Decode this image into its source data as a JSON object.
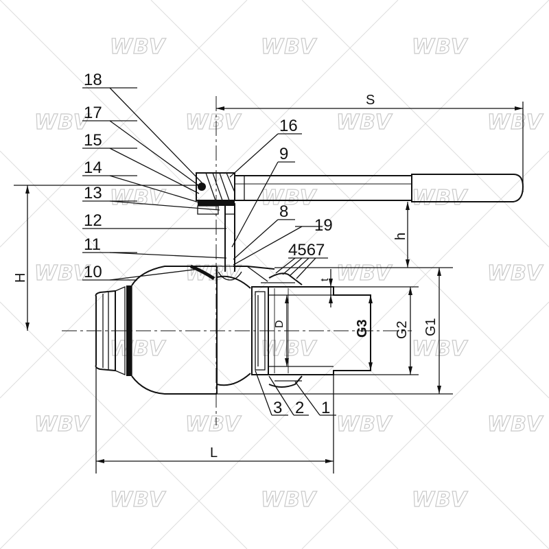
{
  "watermark": {
    "text": "WBV"
  },
  "callouts": [
    "18",
    "17",
    "15",
    "14",
    "13",
    "12",
    "11",
    "10",
    "16",
    "9",
    "8",
    "19",
    "4567",
    "3",
    "2",
    "1"
  ],
  "dimensions": {
    "S": "S",
    "H": "H",
    "h": "h",
    "L": "L",
    "D": "D",
    "t": "t",
    "G1": "G1",
    "G2": "G2",
    "G3": "G3"
  }
}
